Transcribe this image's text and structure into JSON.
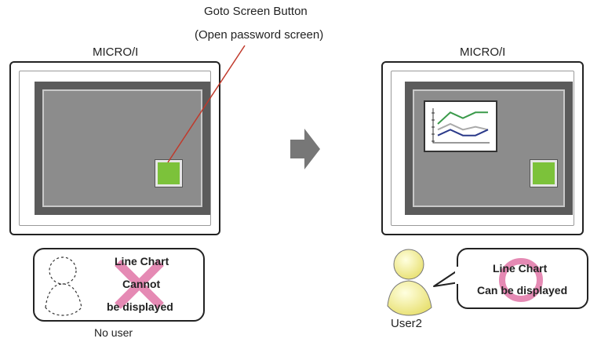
{
  "callout": {
    "line1": "Goto Screen Button",
    "line2": "(Open password screen)"
  },
  "left_panel": {
    "device_label": "MICRO/I",
    "bubble_line1": "Line Chart",
    "bubble_line2": "Cannot",
    "bubble_line3": "be displayed",
    "user_caption": "No user"
  },
  "right_panel": {
    "device_label": "MICRO/I",
    "bubble_line1": "Line Chart",
    "bubble_line2": "Can be displayed",
    "user_caption": "User2"
  },
  "colors": {
    "button_green": "#7cc23a",
    "cross_pink": "#e58ab4",
    "callout_line": "#c0392b",
    "chart_green": "#3a9a4a",
    "chart_gray": "#aaaaaa",
    "chart_navy": "#2b3a8a"
  },
  "chart_data": {
    "type": "line",
    "series": [
      {
        "values": [
          3,
          5,
          4,
          5,
          5
        ]
      },
      {
        "values": [
          2,
          3,
          2,
          2.5,
          2
        ]
      },
      {
        "values": [
          1,
          2,
          1,
          1,
          2
        ]
      }
    ]
  }
}
